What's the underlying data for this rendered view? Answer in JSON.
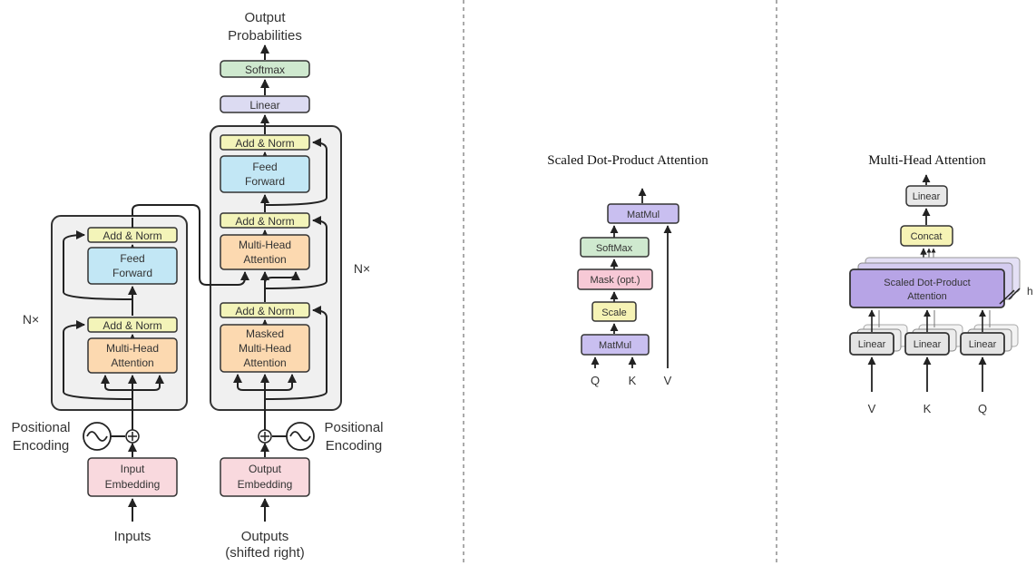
{
  "transformer": {
    "output_probabilities_line1": "Output",
    "output_probabilities_line2": "Probabilities",
    "softmax": "Softmax",
    "linear": "Linear",
    "add_norm": "Add & Norm",
    "feed_forward_line1": "Feed",
    "feed_forward_line2": "Forward",
    "multi_head_line1": "Multi-Head",
    "multi_head_line2": "Attention",
    "masked_line1": "Masked",
    "masked_line2": "Multi-Head",
    "masked_line3": "Attention",
    "nx": "N×",
    "positional_line1": "Positional",
    "positional_line2": "Encoding",
    "input_embedding_line1": "Input",
    "input_embedding_line2": "Embedding",
    "output_embedding_line1": "Output",
    "output_embedding_line2": "Embedding",
    "inputs": "Inputs",
    "outputs_line1": "Outputs",
    "outputs_line2": "(shifted right)"
  },
  "scaled_dot": {
    "title": "Scaled Dot-Product Attention",
    "matmul": "MatMul",
    "softmax": "SoftMax",
    "mask": "Mask (opt.)",
    "scale": "Scale",
    "q": "Q",
    "k": "K",
    "v": "V"
  },
  "multi_head": {
    "title": "Multi-Head Attention",
    "linear": "Linear",
    "concat": "Concat",
    "sdpa_line1": "Scaled Dot-Product",
    "sdpa_line2": "Attention",
    "h": "h",
    "v": "V",
    "k": "K",
    "q": "Q"
  },
  "colors": {
    "add_norm": "#f3f4b9",
    "feed_forward": "#c2e7f5",
    "attention": "#fcd9b0",
    "embedding": "#f9d9de",
    "softmax": "#cfe9cf",
    "linear": "#dcdbf2",
    "matmul": "#c9bff0",
    "mask": "#f7c9d6",
    "scale": "#f6f3b5",
    "concat": "#f6f3b5",
    "sdpa": "#b7a4e6",
    "stack_bg": "#f0f0f0"
  }
}
